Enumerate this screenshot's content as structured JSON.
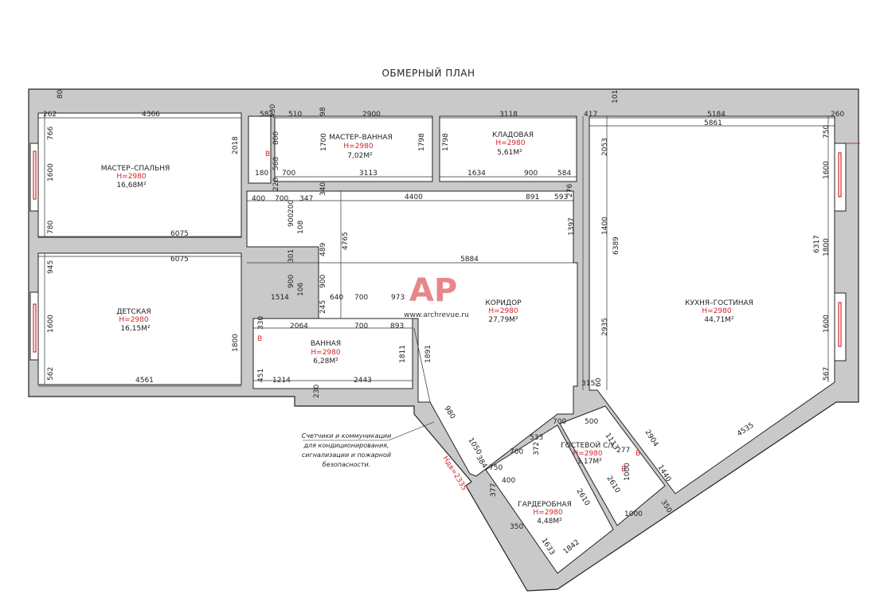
{
  "title": "ОБМЕРНЫЙ ПЛАН",
  "rooms": [
    {
      "name": "МАСТЕР–СПАЛЬНЯ",
      "height": "H=2980",
      "area": "16,68М²"
    },
    {
      "name": "МАСТЕР–ВАННАЯ",
      "height": "H=2980",
      "area": "7,02М²"
    },
    {
      "name": "КЛАДОВАЯ",
      "height": "H=2980",
      "area": "5,61М²"
    },
    {
      "name": "ДЕТСКАЯ",
      "height": "H=2980",
      "area": "16,15М²"
    },
    {
      "name": "ВАННАЯ",
      "height": "H=2980",
      "area": "6,28М²"
    },
    {
      "name": "КОРИДОР",
      "height": "H=2980",
      "area": "27,79М²"
    },
    {
      "name": "КУХНЯ–ГОСТИНАЯ",
      "height": "H=2980",
      "area": "44,71М²"
    },
    {
      "name": "ГОСТЕВОЙ С/У",
      "height": "H=2980",
      "area": "3,17М²"
    },
    {
      "name": "ГАРДЕРОБНАЯ",
      "height": "H=2980",
      "area": "4,48М²"
    }
  ],
  "note": {
    "lines": [
      "Счетчики и коммуникации",
      "для кондиционирования,",
      "сигнализации и пожарной",
      "безопасности."
    ]
  },
  "door_height": "Hдв=2335",
  "vent_label": "В",
  "watermark": {
    "logo": "AP",
    "url": "www.archrevue.ru"
  },
  "dims": {
    "d80": "80",
    "d262": "262",
    "d4366": "4366",
    "d583": "583",
    "d430": "430",
    "d510": "510",
    "d98": "98",
    "d2900": "2900",
    "d3118": "3118",
    "d101": "101",
    "d417": "417",
    "d5184": "5184",
    "d260": "260",
    "d5861": "5861",
    "d766": "766",
    "d2018": "2018",
    "d800a": "800",
    "d1700": "1700",
    "d1798a": "1798",
    "d1798b": "1798",
    "d2053": "2053",
    "d750": "750",
    "d1600a": "1600",
    "d568": "568",
    "d180": "180",
    "d700a": "700",
    "d3113": "3113",
    "d1634": "1634",
    "d900a": "900",
    "d584": "584",
    "d220": "220",
    "d400a": "400",
    "d700b": "700",
    "d347": "347",
    "d340": "340",
    "d4400": "4400",
    "d891": "891",
    "d593": "593",
    "d276": "276",
    "d1600b": "1600",
    "d200": "200",
    "d900b": "900",
    "d1400": "1400",
    "d1397": "1397",
    "d780": "780",
    "d6075a": "6075",
    "d108": "108",
    "d4765": "4765",
    "d6389": "6389",
    "d6317": "6317",
    "d1800a": "1800",
    "d301": "301",
    "d489": "489",
    "d6075b": "6075",
    "d5884": "5884",
    "d945": "945",
    "d900c": "900",
    "d900d": "900",
    "d106": "106",
    "d1514": "1514",
    "d640": "640",
    "d700c": "700",
    "d973": "973",
    "d245": "245",
    "d1600c": "1600",
    "d330": "330",
    "d2064": "2064",
    "d700d": "700",
    "d893": "893",
    "d1800b": "1800",
    "d1891": "1891",
    "d2935": "2935",
    "d1600d": "1600",
    "d1811": "1811",
    "d451": "451",
    "d1214": "1214",
    "d2443": "2443",
    "d562": "562",
    "d4561": "4561",
    "d230": "230",
    "d315": "315",
    "d60": "60",
    "d567": "567",
    "d980": "980",
    "d700e": "700",
    "d500": "500",
    "d1113": "1113",
    "d2904": "2904",
    "d4535": "4535",
    "d533": "533",
    "d700f": "700",
    "d1050": "1050",
    "d384": "384",
    "d750b": "750",
    "d277": "277",
    "d1440": "1440",
    "d400b": "400",
    "d372": "372",
    "d377": "377",
    "d2610a": "2610",
    "d2610b": "2610",
    "d1000a": "1000",
    "d1000b": "1000",
    "d350a": "350",
    "d350b": "350",
    "d1633": "1633",
    "d1842": "1842"
  }
}
